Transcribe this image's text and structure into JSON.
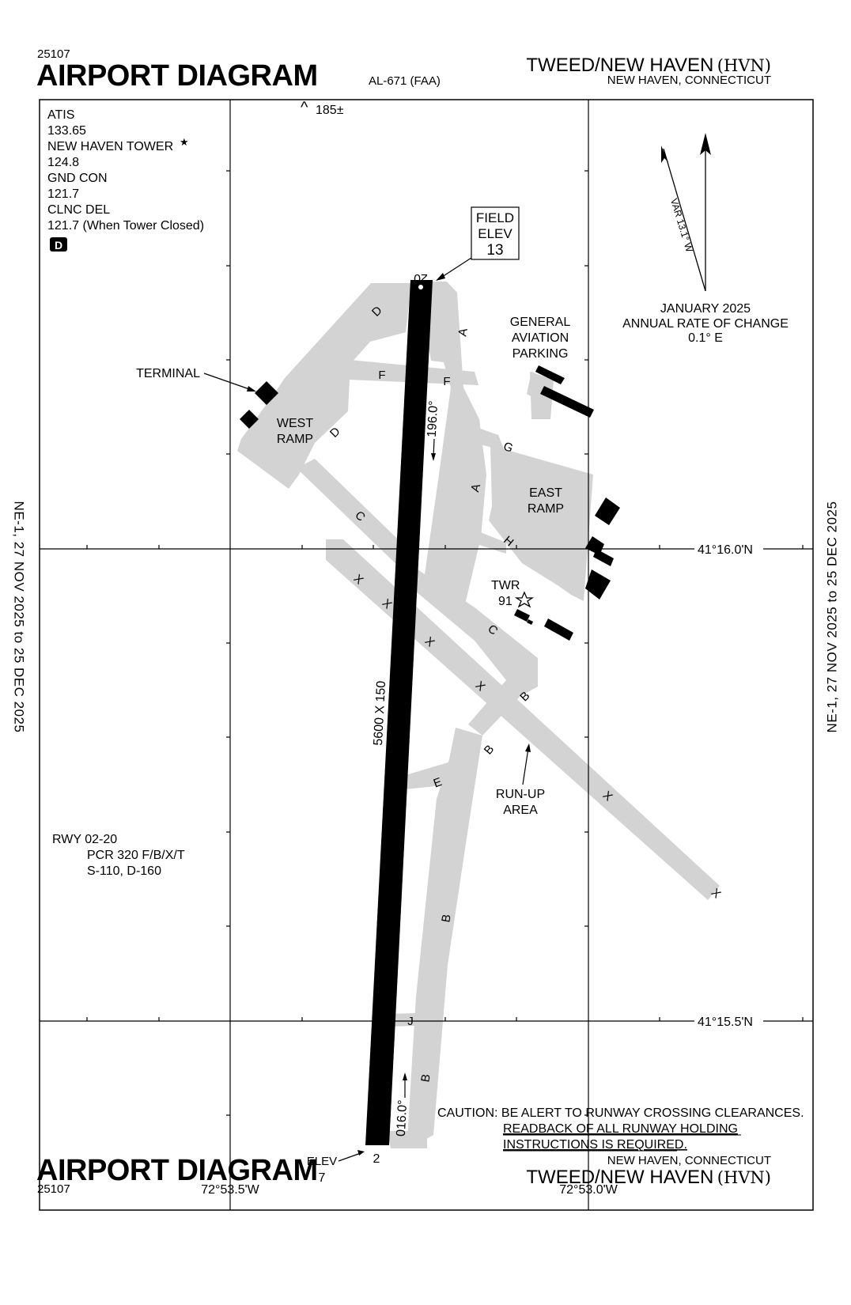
{
  "header": {
    "code_top": "25107",
    "title_top": "AIRPORT DIAGRAM",
    "procedure": "AL-671 (FAA)",
    "airport_name": "TWEED/NEW HAVEN",
    "airport_id": "(HVN)",
    "city_state": "NEW HAVEN, CONNECTICUT"
  },
  "footer": {
    "title_bottom": "AIRPORT DIAGRAM",
    "code_bottom": "25107",
    "city_state": "NEW HAVEN, CONNECTICUT",
    "airport_name": "TWEED/NEW HAVEN",
    "airport_id": "(HVN)"
  },
  "validity": {
    "left": "NE-1,  27 NOV 2025  to  25 DEC 2025",
    "right": "NE-1,  27 NOV 2025  to  25 DEC 2025"
  },
  "frequencies": [
    "ATIS",
    "133.65",
    "NEW HAVEN TOWER",
    "124.8",
    "GND CON",
    "121.7",
    "CLNC DEL",
    "121.7 (When Tower Closed)"
  ],
  "tower_star": "★",
  "d_atis_symbol": "D",
  "obstacle": {
    "symbol": "^",
    "elevation": "185±"
  },
  "field_elev": {
    "line1": "FIELD",
    "line2": "ELEV",
    "value": "13"
  },
  "magnetic": {
    "variation": "VAR 13.1° W",
    "date": "JANUARY 2025",
    "rate_label": "ANNUAL RATE OF CHANGE",
    "rate_value": "0.1° E"
  },
  "runway": {
    "end_north": "20",
    "end_south": "2",
    "heading_north": "196.0°",
    "heading_south": "016.0°",
    "dimensions": "5600 X 150",
    "elev_south_label": "ELEV",
    "elev_south_value": "7"
  },
  "rwy_info": [
    "RWY 02-20",
    "PCR 320 F/B/X/T",
    "S-110, D-160"
  ],
  "labels": {
    "terminal": "TERMINAL",
    "west_ramp_1": "WEST",
    "west_ramp_2": "RAMP",
    "east_ramp_1": "EAST",
    "east_ramp_2": "RAMP",
    "ga_1": "GENERAL",
    "ga_2": "AVIATION",
    "ga_3": "PARKING",
    "twr": "TWR",
    "twr_elev": "91",
    "runup_1": "RUN-UP",
    "runup_2": "AREA"
  },
  "taxiways": {
    "D": "D",
    "A": "A",
    "F": "F",
    "G": "G",
    "C": "C",
    "H": "H",
    "X": "X",
    "B": "B",
    "E": "E",
    "J": "J"
  },
  "coordinates": {
    "lat_north": "41°16.0'N",
    "lat_south": "41°15.5'N",
    "lon_west": "72°53.5'W",
    "lon_east": "72°53.0'W"
  },
  "caution": {
    "line1": "CAUTION: BE ALERT TO RUNWAY CROSSING CLEARANCES.",
    "line2": "READBACK OF ALL RUNWAY HOLDING",
    "line3": "INSTRUCTIONS IS REQUIRED."
  },
  "colors": {
    "pavement": "#d3d3d3",
    "ink": "#000000",
    "background": "#ffffff"
  }
}
